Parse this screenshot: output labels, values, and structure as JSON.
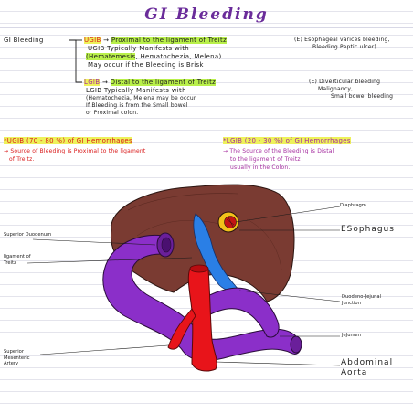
{
  "title": "GI Bleeding",
  "notes": {
    "root": "GI Bleeding",
    "ugib": {
      "tag": "UGIB",
      "arrow": "→",
      "definition": "Proximal to the ligament of Treitz",
      "examples_1": "(E) Esophageal varices bleeding,",
      "examples_2": "Bleeding Peptic ulcer)",
      "manifest_intro": "UGIB Typically Manifests with",
      "manifest_highlight": "(Hematemesis",
      "manifest_rest": ", Hematochezia, Melena)",
      "brisk": "May occur if the Bleeding is Brisk"
    },
    "lgib": {
      "tag": "LGIB",
      "arrow": "→",
      "definition": "Distal to the ligament of Treitz",
      "examples_1": "(E) Diverticular bleeding",
      "examples_2": "Malignancy,",
      "examples_3": "Small bowel bleeding",
      "manifest_intro": "LGIB Typically Manifests with",
      "manifest_detail": "(Hematochezia, Melena may be occur",
      "brisk_1": "If Bleeding is from the Small bowel",
      "brisk_2": "or Proximal colon."
    },
    "ugib_stat": {
      "heading": "*UGIB (70 - 80 %) of GI Hemorrhages",
      "line1": "→ Source of Bleeding is Proximal to the ligament",
      "line2": "of Treitz."
    },
    "lgib_stat": {
      "heading": "*LGIB (20 - 30 %) of GI Hemorrhages",
      "line1": "→ The Source of the Bleeding is Distal",
      "line2": "to the ligament of Treitz",
      "line3": "usually in the Colon."
    }
  },
  "diagram_labels": {
    "diaphragm": "Diaphragm",
    "esophagus": "ESophagus",
    "superior_duodenum": "Superior Duodenum",
    "ligament_of_treitz": "ligament of Treitz",
    "duodeno_jejunal_junction": "Duodeno-Jejunal Junction",
    "jejunum": "JeJunum",
    "superior_mesenteric_artery": "Superior Mesenteric Artery",
    "abdominal_aorta": "Abdominal Aorta"
  },
  "colors": {
    "title": "#6a2c9a",
    "highlight_green": "#b9f04a",
    "highlight_yellow": "#eef25a",
    "ugib_red": "#d91a1a",
    "lgib_purple": "#a42a9e",
    "diaphragm": "#7a3b32",
    "duodenum": "#8b2fc9",
    "aorta": "#e8141a",
    "esophagus_blue": "#2a7fe6",
    "esophagus_yellow": "#f2c21a"
  }
}
